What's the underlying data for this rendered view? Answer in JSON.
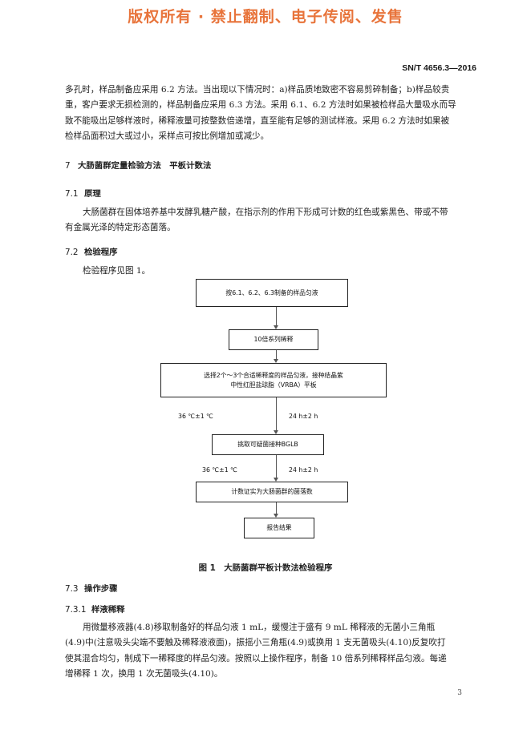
{
  "watermark": "版权所有 ·   禁止翻制、电子传阅、发售",
  "doc_number": "SN/T 4656.3—2016",
  "intro_lines": [
    "多孔时，样品制备应采用 6.2 方法。当出现以下情况时：a)样品质地致密不容易剪碎制备；b)样品较贵",
    "重，客户要求无损检测的，样品制备应采用 6.3 方法。采用 6.1、6.2 方法时如果被检样品大量吸水而导",
    "致不能吸出足够样液时，稀释液量可按整数倍递增，直至能有足够的测试样液。采用 6.2 方法时如果被",
    "检样品面积过大或过小，采样点可按比例增加或减少。"
  ],
  "sections": {
    "s7": {
      "num": "7",
      "title": "大肠菌群定量检验方法　平板计数法"
    },
    "s71": {
      "num": "7.1",
      "title": "原理"
    },
    "s72": {
      "num": "7.2",
      "title": "检验程序"
    },
    "s73": {
      "num": "7.3",
      "title": "操作步骤"
    },
    "s731": {
      "num": "7.3.1",
      "title": "样液稀释"
    }
  },
  "principle_lines": [
    "大肠菌群在固体培养基中发酵乳糖产酸，在指示剂的作用下形成可计数的红色或紫黑色、带或不带",
    "有金属光泽的特定形态菌落。"
  ],
  "procedure_intro": "检验程序见图 1。",
  "flowchart": {
    "box1": "按6.1、6.2、6.3制备的样品匀液",
    "box2": "10倍系列稀释",
    "box3_line1": "选择2个～3个合适稀释度的样品匀液，接种结晶紫",
    "box3_line2": "中性红胆盐琼脂（VRBA）平板",
    "cond1_temp": "36 ℃±1 ℃",
    "cond1_time": "24 h±2 h",
    "box4": "挑取可疑菌接种BGLB",
    "cond2_temp": "36 ℃±1 ℃",
    "cond2_time": "24 h±2 h",
    "box5": "计数证实为大肠菌群的菌落数",
    "box6": "报告结果"
  },
  "figure_caption": "图 1　大肠菌群平板计数法检验程序",
  "dilution_lines": [
    "用微量移液器(4.8)移取制备好的样品匀液 1 mL，缓慢注于盛有 9 mL 稀释液的无菌小三角瓶",
    "(4.9)中(注意吸头尖端不要触及稀释液液面)，振摇小三角瓶(4.9)或换用 1 支无菌吸头(4.10)反复吹打",
    "使其混合均匀，制成下一稀释度的样品匀液。按照以上操作程序，制备 10 倍系列稀释样品匀液。每递",
    "增稀释 1 次，换用 1 次无菌吸头(4.10)。"
  ],
  "page_number": "3"
}
